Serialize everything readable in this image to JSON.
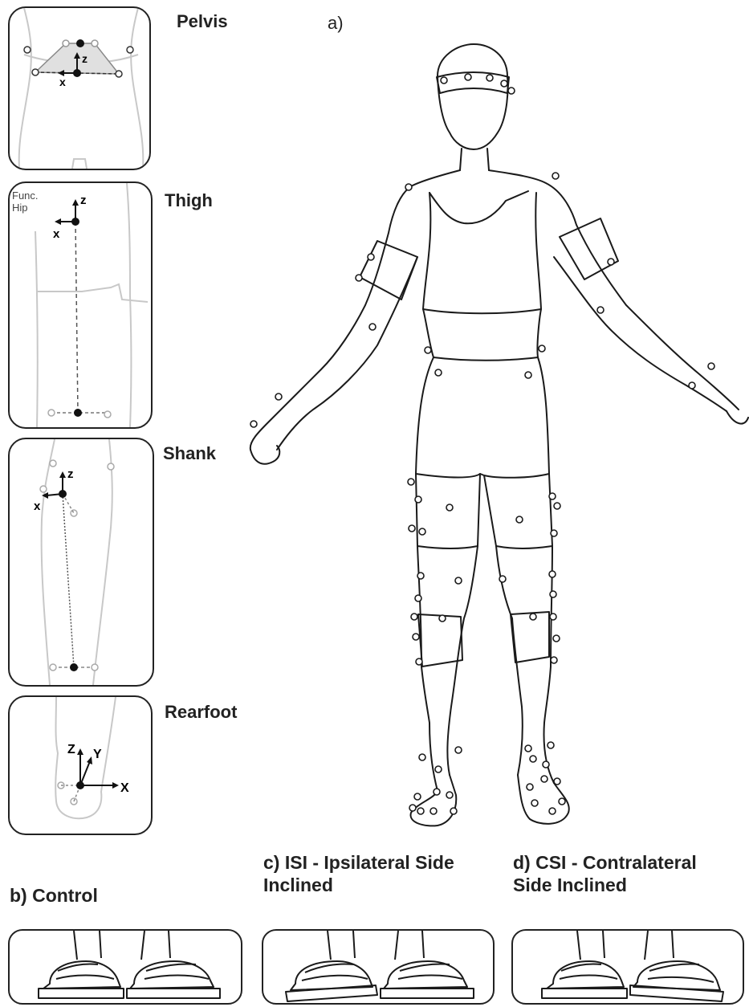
{
  "figure_label": "a)",
  "segments": [
    {
      "title": "Pelvis",
      "axes": [
        "z",
        "x"
      ]
    },
    {
      "title": "Thigh",
      "axes": [
        "z",
        "x"
      ],
      "note_line1": "Func.",
      "note_line2": "Hip"
    },
    {
      "title": "Shank",
      "axes": [
        "z",
        "x"
      ]
    },
    {
      "title": "Rearfoot",
      "axes": [
        "Z",
        "Y",
        "X"
      ]
    }
  ],
  "conditions": [
    {
      "label_line1": "b) Control",
      "label_line2": ""
    },
    {
      "label_line1": "c) ISI - Ipsilateral Side",
      "label_line2": "Inclined"
    },
    {
      "label_line1": "d) CSI - Contralateral",
      "label_line2": "Side Inclined"
    }
  ],
  "colors": {
    "line": "#1a1a1a",
    "grey_outline": "#c8c8c8",
    "marker_fill": "#ffffff",
    "joint_fill": "#111111"
  }
}
